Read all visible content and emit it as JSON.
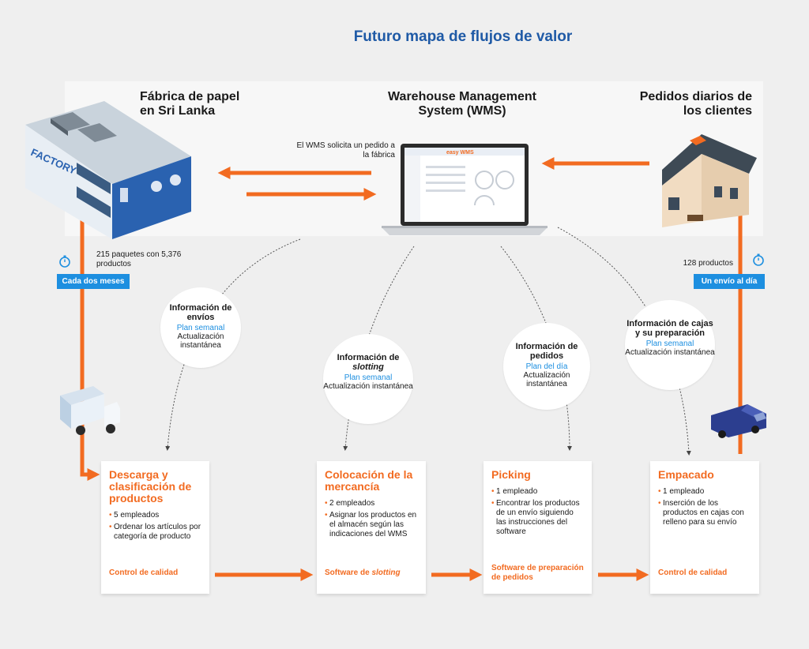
{
  "title": "Futuro mapa de flujos de valor",
  "header": {
    "factory": "Fábrica de papel en Sri Lanka",
    "wms": "Warehouse Management System (WMS)",
    "orders": "Pedidos diarios de los clientes"
  },
  "notes": {
    "wms_request": "El WMS solicita un pedido a la fábrica",
    "packages": "215 paquetes con 5,376 productos",
    "orders_count": "128 productos"
  },
  "tags": {
    "left": "Cada dos meses",
    "right": "Un envío al día"
  },
  "images": {
    "factory_sign": "FACTORY",
    "laptop_logo": "easy WMS"
  },
  "circles": [
    {
      "title": "Información de envíos",
      "plan": "Plan semanal",
      "update": "Actualización instantánea"
    },
    {
      "title_pre": "Información de ",
      "title_em": "slotting",
      "plan": "Plan semanal",
      "update": "Actualización instantánea"
    },
    {
      "title": "Información de pedidos",
      "plan": "Plan del día",
      "update": "Actualización instantánea"
    },
    {
      "title": "Información de cajas y su preparación",
      "plan": "Plan semanal",
      "update": "Actualización instantánea"
    }
  ],
  "boxes": [
    {
      "title": "Descarga y clasificación de productos",
      "items": [
        "5 empleados",
        "Ordenar los artículos por categoría de producto"
      ],
      "footer": "Control de calidad"
    },
    {
      "title": "Colocación de la mercancía",
      "items": [
        "2 empleados",
        "Asignar los productos en el almacén según las indicaciones del WMS"
      ],
      "footer_pre": "Software de ",
      "footer_em": "slotting"
    },
    {
      "title": "Picking",
      "items": [
        "1 empleado",
        "Encontrar los productos de un envío siguiendo las instrucciones del software"
      ],
      "footer": "Software de preparación de pedidos"
    },
    {
      "title": "Empacado",
      "items": [
        "1 empleado",
        "Inserción de los productos en cajas con relleno para su envío"
      ],
      "footer": "Control de calidad"
    }
  ],
  "colors": {
    "orange": "#f26b21",
    "blue": "#1d8fe0",
    "title_blue": "#1f5aa6"
  }
}
